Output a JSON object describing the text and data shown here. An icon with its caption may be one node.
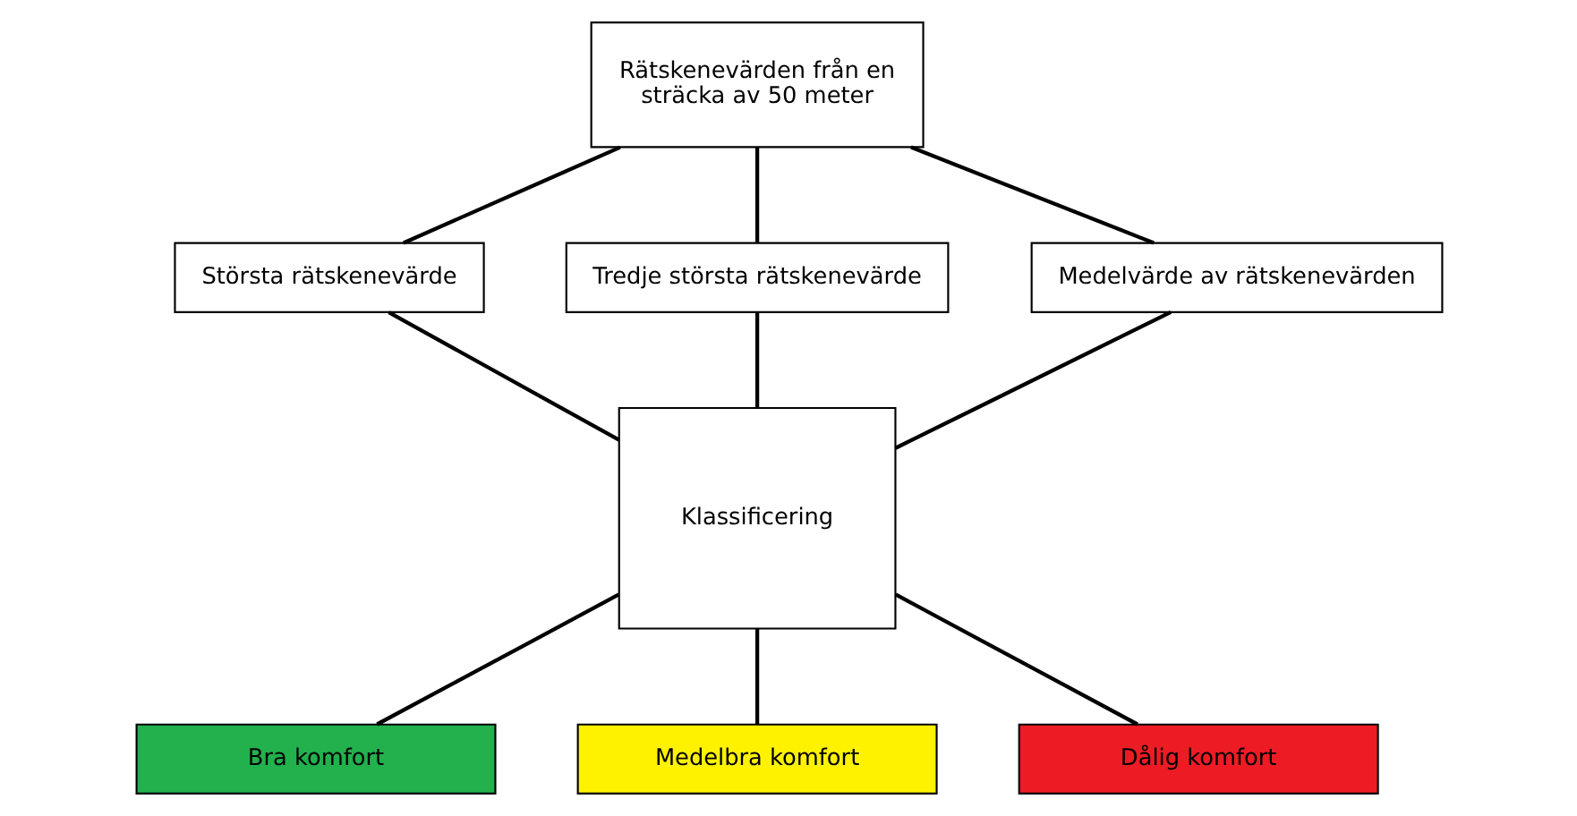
{
  "diagram": {
    "nodes": [
      {
        "text": [
          "Rätskenevärden från en sträcka av 50 meter"
        ]
      },
      {
        "text": [
          "Största rätskenevärde"
        ]
      },
      {
        "text": [
          "Tredje största rätskenevärde"
        ]
      },
      {
        "text": [
          "Medelvärde av rätskenevärden"
        ]
      },
      {
        "text": [
          "Klassificering"
        ]
      },
      {
        "text": [
          "Bra komfort"
        ]
      },
      {
        "text": [
          "Medelbra komfort"
        ]
      },
      {
        "text": [
          "Dålig komfort"
        ]
      }
    ],
    "edges": [
      {
        "from": 0,
        "to": 1,
        "arrow": "none"
      },
      {
        "from": 0,
        "to": 2,
        "arrow": "none"
      },
      {
        "from": 0,
        "to": 3,
        "arrow": "none"
      },
      {
        "from": 1,
        "to": 4,
        "arrow": "none"
      },
      {
        "from": 2,
        "to": 4,
        "arrow": "none"
      },
      {
        "from": 3,
        "to": 4,
        "arrow": "none"
      },
      {
        "from": 4,
        "to": 5,
        "arrow": "none"
      },
      {
        "from": 4,
        "to": 6,
        "arrow": "none"
      },
      {
        "from": 4,
        "to": 7,
        "arrow": "none"
      }
    ]
  }
}
